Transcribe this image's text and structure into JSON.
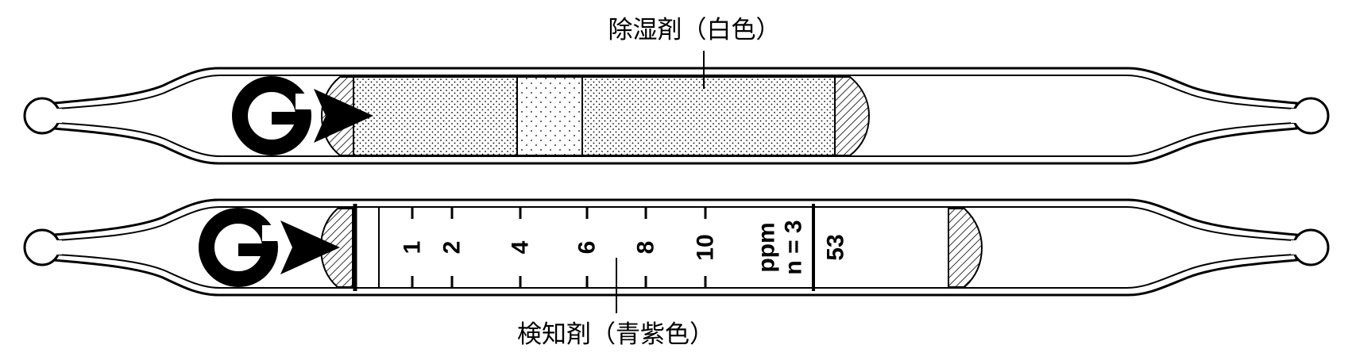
{
  "top_tube": {
    "label": "除湿剤（白色）",
    "logo_letter": "G"
  },
  "bottom_tube": {
    "label": "検知剤（青紫色）",
    "logo_letter": "G",
    "scale_marks": [
      "1",
      "2",
      "4",
      "6",
      "8",
      "10"
    ],
    "unit": "ppm",
    "strokes": "n = 3",
    "tube_number": "53"
  }
}
